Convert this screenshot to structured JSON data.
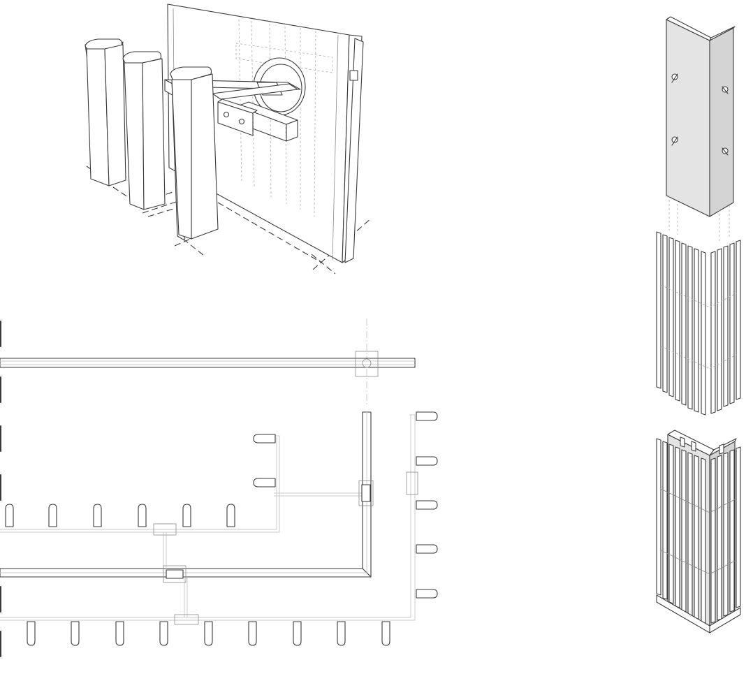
{
  "sheet": {
    "background": "#ffffff",
    "line_color": "#3a3a3a",
    "hidden_line_color": "#b5b5b5",
    "panel_fill": "#e4e4e4"
  },
  "views": [
    {
      "id": "isometric-fin-bracket-detail",
      "icon": "isometric-detail-icon"
    },
    {
      "id": "plan-view-fin-layout",
      "icon": "plan-view-icon"
    },
    {
      "id": "exploded-column-cladding",
      "icon": "exploded-view-icon"
    }
  ]
}
